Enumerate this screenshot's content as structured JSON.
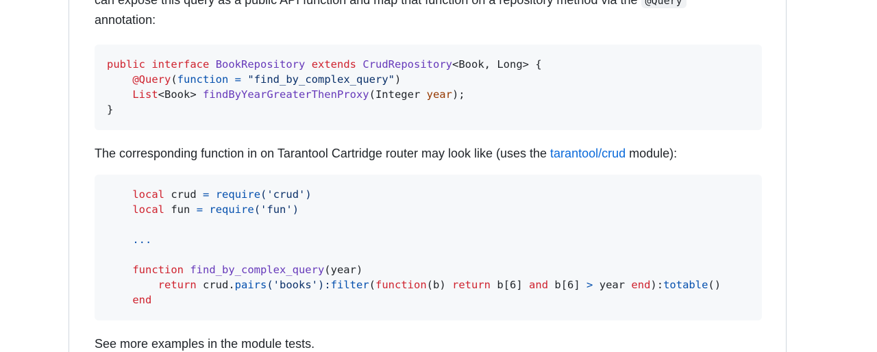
{
  "intro": {
    "line1": "can expose this query as a public API function and map that function on a repository method via the",
    "annotation": "@Query",
    "line2": "annotation:"
  },
  "code_java": {
    "lines": [
      [
        "public",
        "interface",
        "BookRepository",
        "extends",
        "CrudRepository",
        "<Book, Long>",
        "{"
      ],
      [
        "@Query",
        "(",
        "function",
        "=",
        "\"find_by_complex_query\"",
        ")"
      ],
      [
        "List",
        "<Book>",
        "findByYearGreaterThenProxy",
        "(Integer ",
        "year",
        ");"
      ],
      [
        "}"
      ]
    ]
  },
  "router": {
    "before_link": "The corresponding function in on Tarantool Cartridge router may look like (uses the",
    "link_text": "tarantool/crud",
    "after_link": "module):"
  },
  "code_lua": {
    "local_kw": "local",
    "crud_var": "crud",
    "fun_var": "fun",
    "eq": "=",
    "require_fn": "require",
    "crud_mod": "('crud')",
    "fun_mod": "('fun')",
    "ellipsis": "...",
    "function_kw": "function",
    "fn_name": "find_by_complex_query",
    "fn_args": "(year)",
    "return_kw": "return",
    "crud_pairs_obj": "crud.",
    "pairs": "pairs",
    "books_arg": "('books'):",
    "filter": "filter",
    "paren_open": "(",
    "inner_args": "(b)",
    "b6a": "b[6]",
    "and_kw": "and",
    "b6b": "b[6]",
    "gt": ">",
    "year_var": "year",
    "end_kw": "end",
    "close_colon": "):",
    "totable": "totable",
    "empty_parens": "()"
  },
  "footer": {
    "text": "See more examples in the module tests."
  }
}
